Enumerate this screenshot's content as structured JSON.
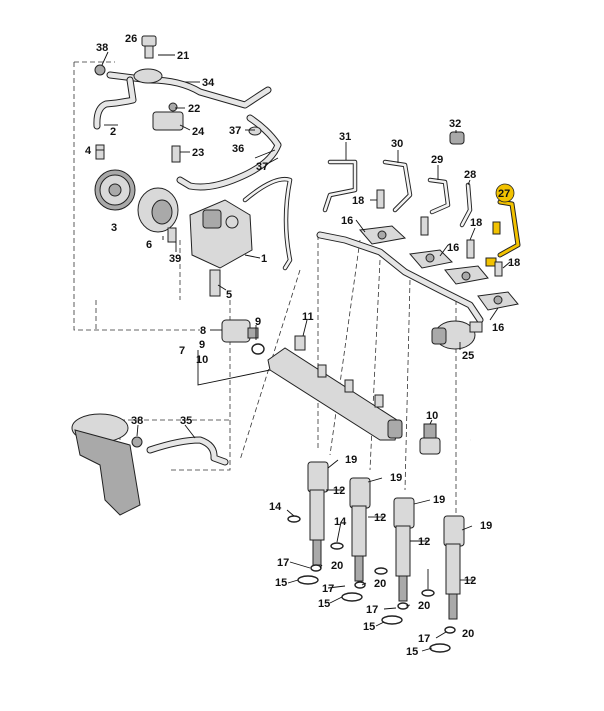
{
  "highlight": {
    "part": "27",
    "color": "#f2c200"
  },
  "labels": [
    "38",
    "26",
    "21",
    "34",
    "22",
    "24",
    "2",
    "37",
    "23",
    "4",
    "36",
    "37",
    "31",
    "30",
    "32",
    "29",
    "28",
    "27",
    "18",
    "18",
    "16",
    "16",
    "18",
    "16",
    "3",
    "6",
    "39",
    "1",
    "5",
    "8",
    "9",
    "7",
    "9",
    "10",
    "11",
    "25",
    "38",
    "35",
    "10",
    "19",
    "12",
    "19",
    "14",
    "12",
    "14",
    "19",
    "12",
    "19",
    "12",
    "17",
    "20",
    "15",
    "17",
    "20",
    "15",
    "17",
    "20",
    "15",
    "17",
    "20",
    "15"
  ]
}
